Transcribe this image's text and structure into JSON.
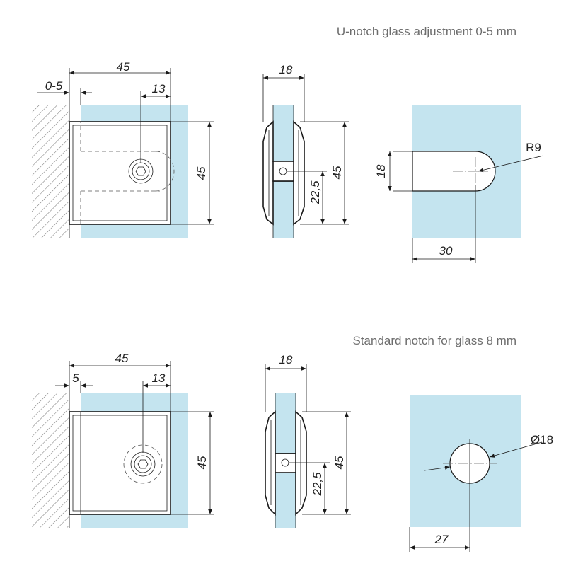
{
  "captions": {
    "unotch": "U-notch glass adjustment 0-5 mm",
    "standard": "Standard notch for glass 8 mm"
  },
  "unotch": {
    "front": {
      "width": "45",
      "gap": "0-5",
      "hole_offset": "13",
      "height": "45"
    },
    "side": {
      "width": "18",
      "height": "45",
      "half_height": "22,5"
    },
    "glass": {
      "notch_height": "18",
      "radius": "R9",
      "depth": "30"
    }
  },
  "standard": {
    "front": {
      "width": "45",
      "gap": "5",
      "hole_offset": "13",
      "height": "45"
    },
    "side": {
      "width": "18",
      "height": "45",
      "half_height": "22,5"
    },
    "glass": {
      "hole_diameter": "Ø18",
      "center_distance": "27"
    }
  },
  "colors": {
    "glass": "#c4e4ef",
    "line": "#1a1a1a"
  }
}
